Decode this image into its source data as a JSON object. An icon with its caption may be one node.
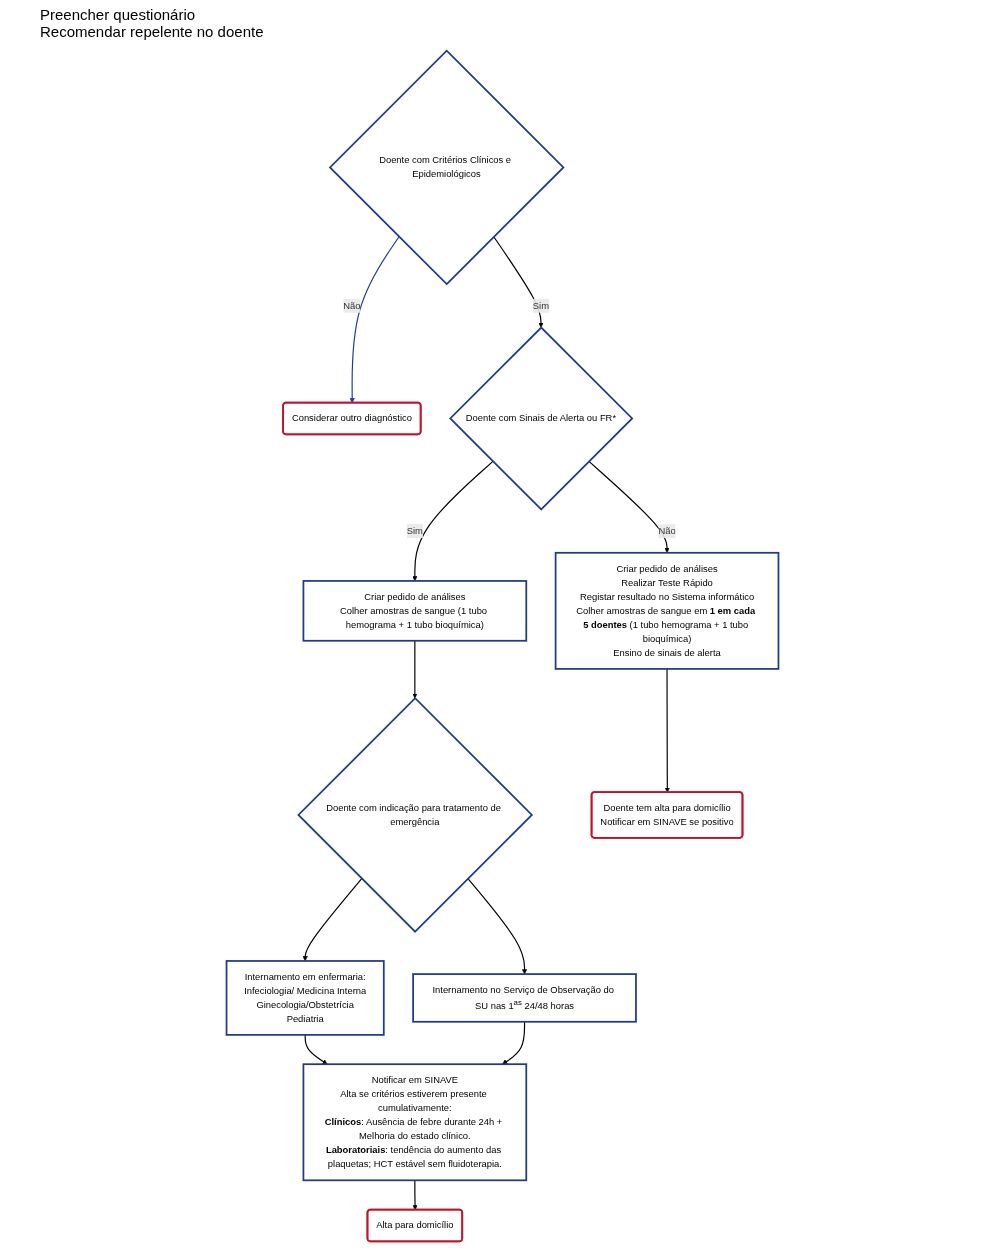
{
  "diagram": {
    "nodes": [
      {
        "text": [
          "Doente com Critérios Clínicos e Epidemiológicos"
        ]
      },
      {
        "text": [
          "Considerar outro diagnóstico"
        ]
      },
      {
        "text": [
          "Doente com Sinais de Alerta ou FR*"
        ]
      },
      {
        "text": [
          "Criar pedido de análises",
          "Colher amostras de sangue (1 tubo hemograma + 1 tubo bioquímica)"
        ]
      },
      {
        "text": [
          "Doente com indicação para tratamento de emergência"
        ]
      },
      {
        "text": [
          "Criar pedido de análises",
          "Realizar Teste Rápido",
          "Registar resultado no Sistema informático",
          "Colher amostras de sangue em **1 em cada 5 doentes** (1 tubo hemograma + 1 tubo bioquímica)",
          "Ensino de sinais de alerta"
        ]
      },
      {
        "text": [
          "Doente tem alta para domicílio",
          "Notificar em SINAVE se positivo"
        ]
      },
      {
        "text": [
          "Internamento em enfermaria:",
          "Infeciologia/ Medicina Interna",
          "Ginecologia/Obstetrícia",
          "Pediatria"
        ]
      },
      {
        "text": [
          "Internamento no Serviço de Observação do SU nas 1$^{as}$ 24/48 horas"
        ]
      },
      {
        "text": [
          "Notificar em SINAVE",
          "Alta se critérios estiverem presente cumulativamente:",
          "**Clínicos**: Ausência de febre durante 24h + Melhoria do estado clínico.",
          "**Laboratoriais**: tendência do aumento das plaquetas; HCT estável sem fluidoterapia."
        ]
      },
      {
        "text": [
          "Alta para domicílio"
        ]
      }
    ],
    "edges": [
      {
        "from": 0,
        "to": 1,
        "arrow": "to",
        "label": "Não",
        "color": "#1f3c88"
      },
      {
        "from": 0,
        "to": 2,
        "arrow": "to",
        "label": "Sim"
      },
      {
        "from": 2,
        "to": 3,
        "arrow": "to",
        "label": "Sim"
      },
      {
        "from": 2,
        "to": 5,
        "arrow": "to",
        "label": "Não"
      },
      {
        "from": 3,
        "to": 4,
        "arrow": "to"
      },
      {
        "from": 4,
        "to": 7,
        "arrow": "to"
      },
      {
        "from": 4,
        "to": 8,
        "arrow": "to"
      },
      {
        "from": 5,
        "to": 6,
        "arrow": "to"
      },
      {
        "from": 7,
        "to": 9,
        "arrow": "to"
      },
      {
        "from": 8,
        "to": 9,
        "arrow": "to"
      },
      {
        "from": 9,
        "to": 10,
        "arrow": "to"
      }
    ],
    "labels": [
      "Preencher questionário",
      "Recomendar repelente no doente"
    ]
  }
}
